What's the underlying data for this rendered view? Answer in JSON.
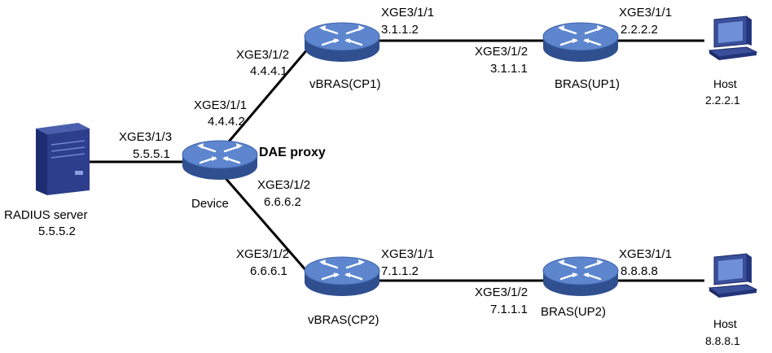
{
  "nodes": {
    "radius": {
      "name": "RADIUS server",
      "ip": "5.5.5.2",
      "icon": "server-icon"
    },
    "device": {
      "name": "Device",
      "role": "DAE proxy",
      "icon": "router-icon"
    },
    "cp1": {
      "name": "vBRAS(CP1)",
      "icon": "router-icon"
    },
    "cp2": {
      "name": "vBRAS(CP2)",
      "icon": "router-icon"
    },
    "up1": {
      "name": "BRAS(UP1)",
      "icon": "router-icon"
    },
    "up2": {
      "name": "BRAS(UP2)",
      "icon": "router-icon"
    },
    "host1": {
      "name": "Host",
      "ip": "2.2.2.1",
      "icon": "host-computer-icon"
    },
    "host2": {
      "name": "Host",
      "ip": "8.8.8.1",
      "icon": "host-computer-icon"
    }
  },
  "interfaces": {
    "device_radius": {
      "port": "XGE3/1/3",
      "ip": "5.5.5.1"
    },
    "device_cp1": {
      "port": "XGE3/1/1",
      "ip": "4.4.4.2"
    },
    "device_cp2": {
      "port": "XGE3/1/2",
      "ip": "6.6.6.2"
    },
    "cp1_device": {
      "port": "XGE3/1/2",
      "ip": "4.4.4.1"
    },
    "cp1_up1": {
      "port": "XGE3/1/1",
      "ip": "3.1.1.2"
    },
    "up1_cp1": {
      "port": "XGE3/1/2",
      "ip": "3.1.1.1"
    },
    "up1_host": {
      "port": "XGE3/1/1",
      "ip": "2.2.2.2"
    },
    "cp2_device": {
      "port": "XGE3/1/2",
      "ip": "6.6.6.1"
    },
    "cp2_up2": {
      "port": "XGE3/1/1",
      "ip": "7.1.1.2"
    },
    "up2_cp2": {
      "port": "XGE3/1/2",
      "ip": "7.1.1.1"
    },
    "up2_host": {
      "port": "XGE3/1/1",
      "ip": "8.8.8.8"
    }
  },
  "colors": {
    "router_body": "#3e62a8",
    "router_top": "#5d86cf",
    "server_body": "#2c3e8c",
    "line": "#000000"
  }
}
